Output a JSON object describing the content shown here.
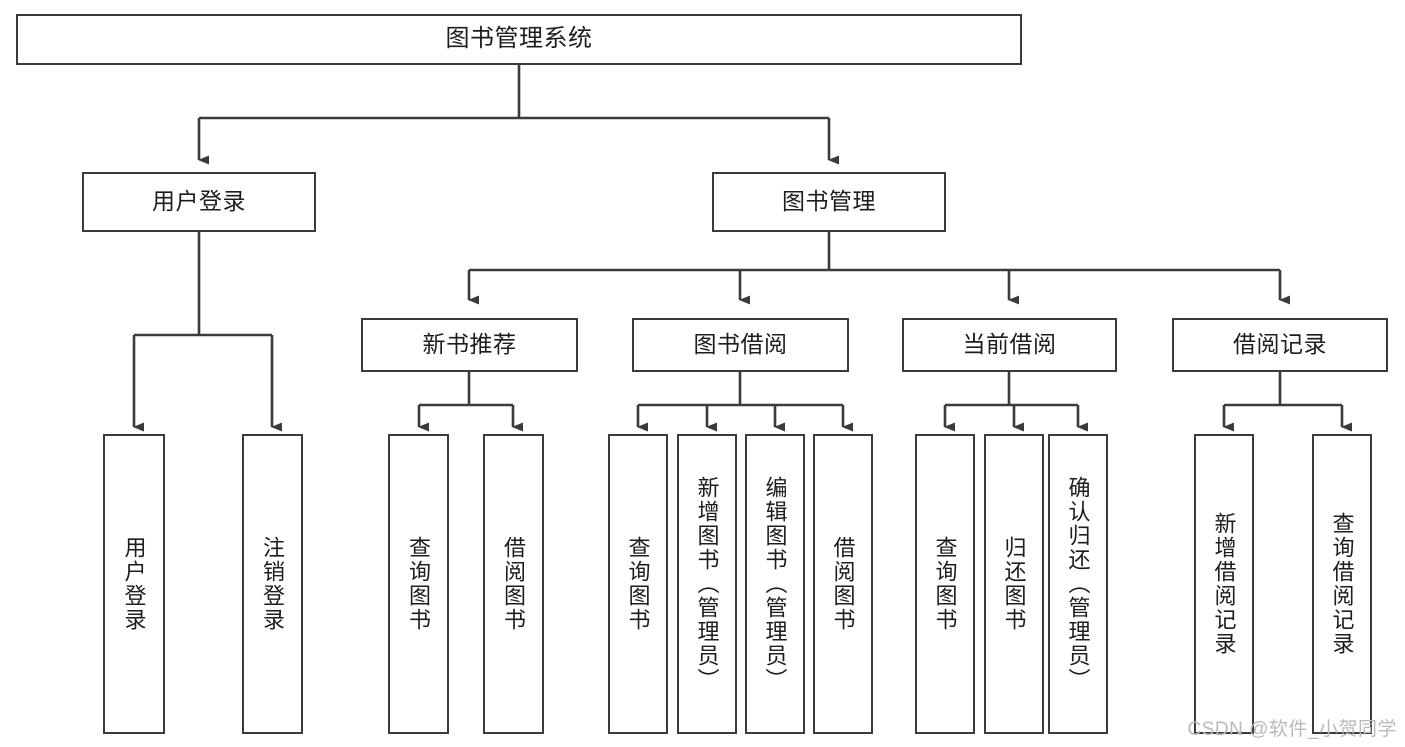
{
  "diagram": {
    "title": "图书管理系统",
    "watermark": "CSDN @软件_小贺同学",
    "line_color": "#3b3b3b",
    "box_fill": "#ffffff",
    "text_color": "#1d1d1d",
    "watermark_color": "#b9b9b9",
    "root": {
      "label": "图书管理系统"
    },
    "level2": [
      {
        "label": "用户登录"
      },
      {
        "label": "图书管理"
      }
    ],
    "level3": [
      {
        "label": "新书推荐"
      },
      {
        "label": "图书借阅"
      },
      {
        "label": "当前借阅"
      },
      {
        "label": "借阅记录"
      }
    ],
    "leaves": {
      "user_login": [
        {
          "label": "用户登录"
        },
        {
          "label": "注销登录"
        }
      ],
      "new_book": [
        {
          "label": "查询图书"
        },
        {
          "label": "借阅图书"
        }
      ],
      "book_borrow": [
        {
          "label": "查询图书"
        },
        {
          "label": "新增图书（管理员）"
        },
        {
          "label": "编辑图书（管理员）"
        },
        {
          "label": "借阅图书"
        }
      ],
      "current_borrow": [
        {
          "label": "查询图书"
        },
        {
          "label": "归还图书"
        },
        {
          "label": "确认归还（管理员）"
        }
      ],
      "borrow_record": [
        {
          "label": "新增借阅记录"
        },
        {
          "label": "查询借阅记录"
        }
      ]
    }
  }
}
